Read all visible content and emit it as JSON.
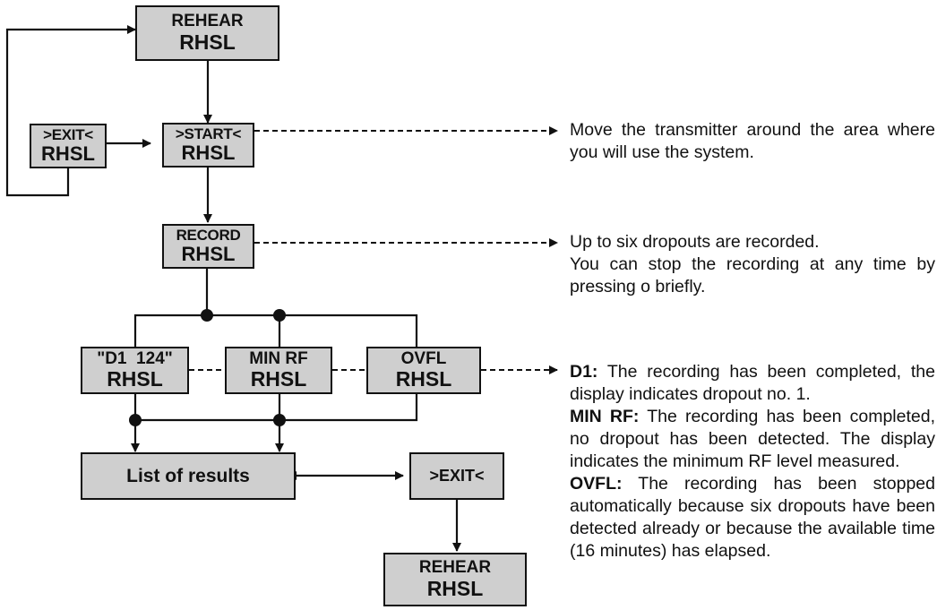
{
  "boxes": {
    "rehear_top": {
      "line1": "REHEAR",
      "line2": "RHSL"
    },
    "exit_left": {
      "line1": ">EXIT<",
      "line2": "RHSL"
    },
    "start": {
      "line1": ">START<",
      "line2": "RHSL"
    },
    "record": {
      "line1": "RECORD",
      "line2": "RHSL"
    },
    "d1": {
      "line1": "\"D1  124\"",
      "line2": "RHSL"
    },
    "minrf": {
      "line1": "MIN RF",
      "line2": "RHSL"
    },
    "ovfl": {
      "line1": "OVFL",
      "line2": "RHSL"
    },
    "results": {
      "label": "List of results"
    },
    "exit_right": {
      "label": ">EXIT<"
    },
    "rehear_bottom": {
      "line1": "REHEAR",
      "line2": "RHSL"
    }
  },
  "descriptions": {
    "start": "Move the transmitter around the area where you will use the system.",
    "record": {
      "line1": "Up to six dropouts are recorded.",
      "line2": "You can stop the recording at any time by pressing o briefly."
    },
    "results": {
      "d1_term": "D1:",
      "d1_text": " The recording has been completed, the display indicates dropout no. 1.",
      "minrf_term": "MIN RF:",
      "minrf_text": " The recording has been completed, no dropout has been detected. The display indicates the minimum RF level measured.",
      "ovfl_term": "OVFL:",
      "ovfl_text": " The recording has been stopped automatically because six dropouts have been detected already or because the available time (16 minutes) has elapsed."
    }
  }
}
